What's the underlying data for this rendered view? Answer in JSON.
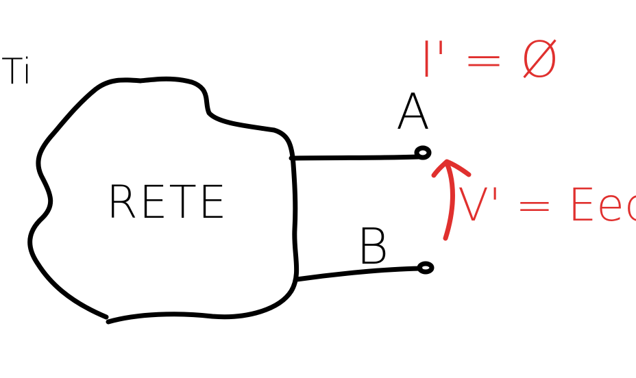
{
  "diagram": {
    "colors": {
      "ink": "#000000",
      "annotation": "#e0302e"
    },
    "corner_text": "Ti",
    "network_label": "RETE",
    "terminal_a": "A",
    "terminal_b": "B",
    "current_label": "I' = Ø",
    "voltage_label": "V' = Eeq"
  }
}
